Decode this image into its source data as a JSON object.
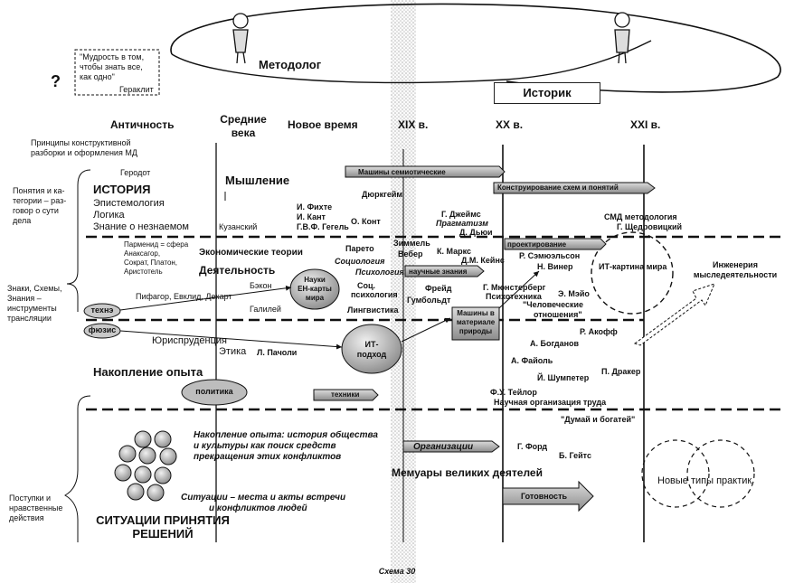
{
  "top": {
    "quote_line1": "\"Мудрость в том,",
    "quote_line2": "чтобы знать все,",
    "quote_line3": "как одно\"",
    "quote_author": "Гераклит",
    "question": "?",
    "metodolog": "Методолог",
    "istorik": "Историк"
  },
  "epochs": {
    "antiquity": "Античность",
    "middle_line1": "Средние",
    "middle_line2": "века",
    "modern": "Новое время",
    "c19": "XIX в.",
    "c20": "XX в.",
    "c21": "XXI в."
  },
  "left": {
    "principles_line1": "Принципы конструктивной",
    "principles_line2": "разборки и оформления МД",
    "concepts_line1": "Понятия и ка-",
    "concepts_line2": "тегории – раз-",
    "concepts_line3": "говор о сути",
    "concepts_line4": "дела",
    "signs_line1": "Знаки, Схемы,",
    "signs_line2": "Знания –",
    "signs_line3": "инструменты",
    "signs_line4": "трансляции",
    "acts_line1": "Поступки и",
    "acts_line2": "нравственные",
    "acts_line3": "действия"
  },
  "band1": {
    "gerodot": "Геродот",
    "history": "ИСТОРИЯ",
    "epistemology": "Эпистемология",
    "logic": "Логика",
    "unknown": "Знание о незнаемом",
    "thinking": "Мышление",
    "kuzansky": "Кузанский",
    "fichte": "И. Фихте",
    "kant": "И. Кант",
    "hegel": "Г.В.Ф. Гегель",
    "comte": "О. Конт",
    "durkheim": "Дюркгейм",
    "james": "Г. Джеймс",
    "pragmatism": "Прагматизм",
    "dewey": "Д. Дьюи",
    "smd": "СМД методология",
    "shchedrovitsky": "Г. Щедровицкий",
    "semiotic": "Машины семиотические",
    "construct": "Конструирование схем и понятий"
  },
  "band2": {
    "parmenides": "Парменид = сфера",
    "anaxagoras": "Анаксагор,",
    "socrates": "Сократ, Платон,",
    "aristotle": "Аристотель",
    "economic": "Экономические теории",
    "activity": "Деятельность",
    "bacon": "Бэкон",
    "pythagoras": "Пифагор, Евклид, Декарт",
    "galileo": "Галилей",
    "sciences_line1": "Науки",
    "sciences_line2": "ЕН-карты",
    "sciences_line3": "мира",
    "pareto": "Парето",
    "sociology": "Социология",
    "psychology": "Психология",
    "soc_psy_line1": "Соц.",
    "soc_psy_line2": "психология",
    "humboldt": "Гумбольдт",
    "linguistics": "Лингвистика",
    "simmel": "Зиммель",
    "weber": "Вебер",
    "marx": "К. Маркс",
    "keynes": "Д.М. Кейнс",
    "freud": "Фрейд",
    "sci_knowledge": "научные знания",
    "design": "проектирование",
    "samuelson": "Р. Сэмюэльсон",
    "wiener": "Н. Винер",
    "munsterberg": "Г. Мюнстерберг",
    "psychotechnics": "Психотехника",
    "mayo": "Э. Мэйо",
    "human_rel_line1": "\"Человеческие",
    "human_rel_line2": "отношения\"",
    "machines_line1": "Машины в",
    "machines_line2": "материале",
    "machines_line3": "природы",
    "it_worldview": "ИТ-картина мира",
    "engineering_line1": "Инженерия",
    "engineering_line2": "мыследеятельности",
    "techne": "технэ",
    "physis": "фюзис"
  },
  "band3": {
    "jurisprudence": "Юриспруденция",
    "ethics": "Этика",
    "pacioli": "Л. Пачоли",
    "it_line1": "ИТ-",
    "it_line2": "подход",
    "ackoff": "Р. Акофф",
    "bogdanov": "А. Богданов",
    "fayol": "А. Файоль",
    "schumpeter": "Й. Шумпетер",
    "drucker": "П. Дракер",
    "experience": "Накопление опыта",
    "politics": "политика",
    "techniques": "техники",
    "taylor": "Ф.У. Тейлор",
    "sci_org": "Научная организация труда"
  },
  "band4": {
    "think_rich": "\"Думай и богатей\"",
    "exp_line1": "Накопление опыта: история общества",
    "exp_line2": "и культуры как поиск средств",
    "exp_line3": "прекращения этих конфликтов",
    "organizations": "Организации",
    "ford": "Г. Форд",
    "gates": "Б. Гейтс",
    "memoirs": "Мемуары великих деятелей",
    "situations_line1": "Ситуации – места и акты встречи",
    "situations_line2": "и конфликтов людей",
    "readiness": "Готовность",
    "new_practices": "Новые типы практик",
    "decisions_line1": "СИТУАЦИИ ПРИНЯТИЯ",
    "decisions_line2": "РЕШЕНИЙ"
  },
  "caption": "Схема 30"
}
